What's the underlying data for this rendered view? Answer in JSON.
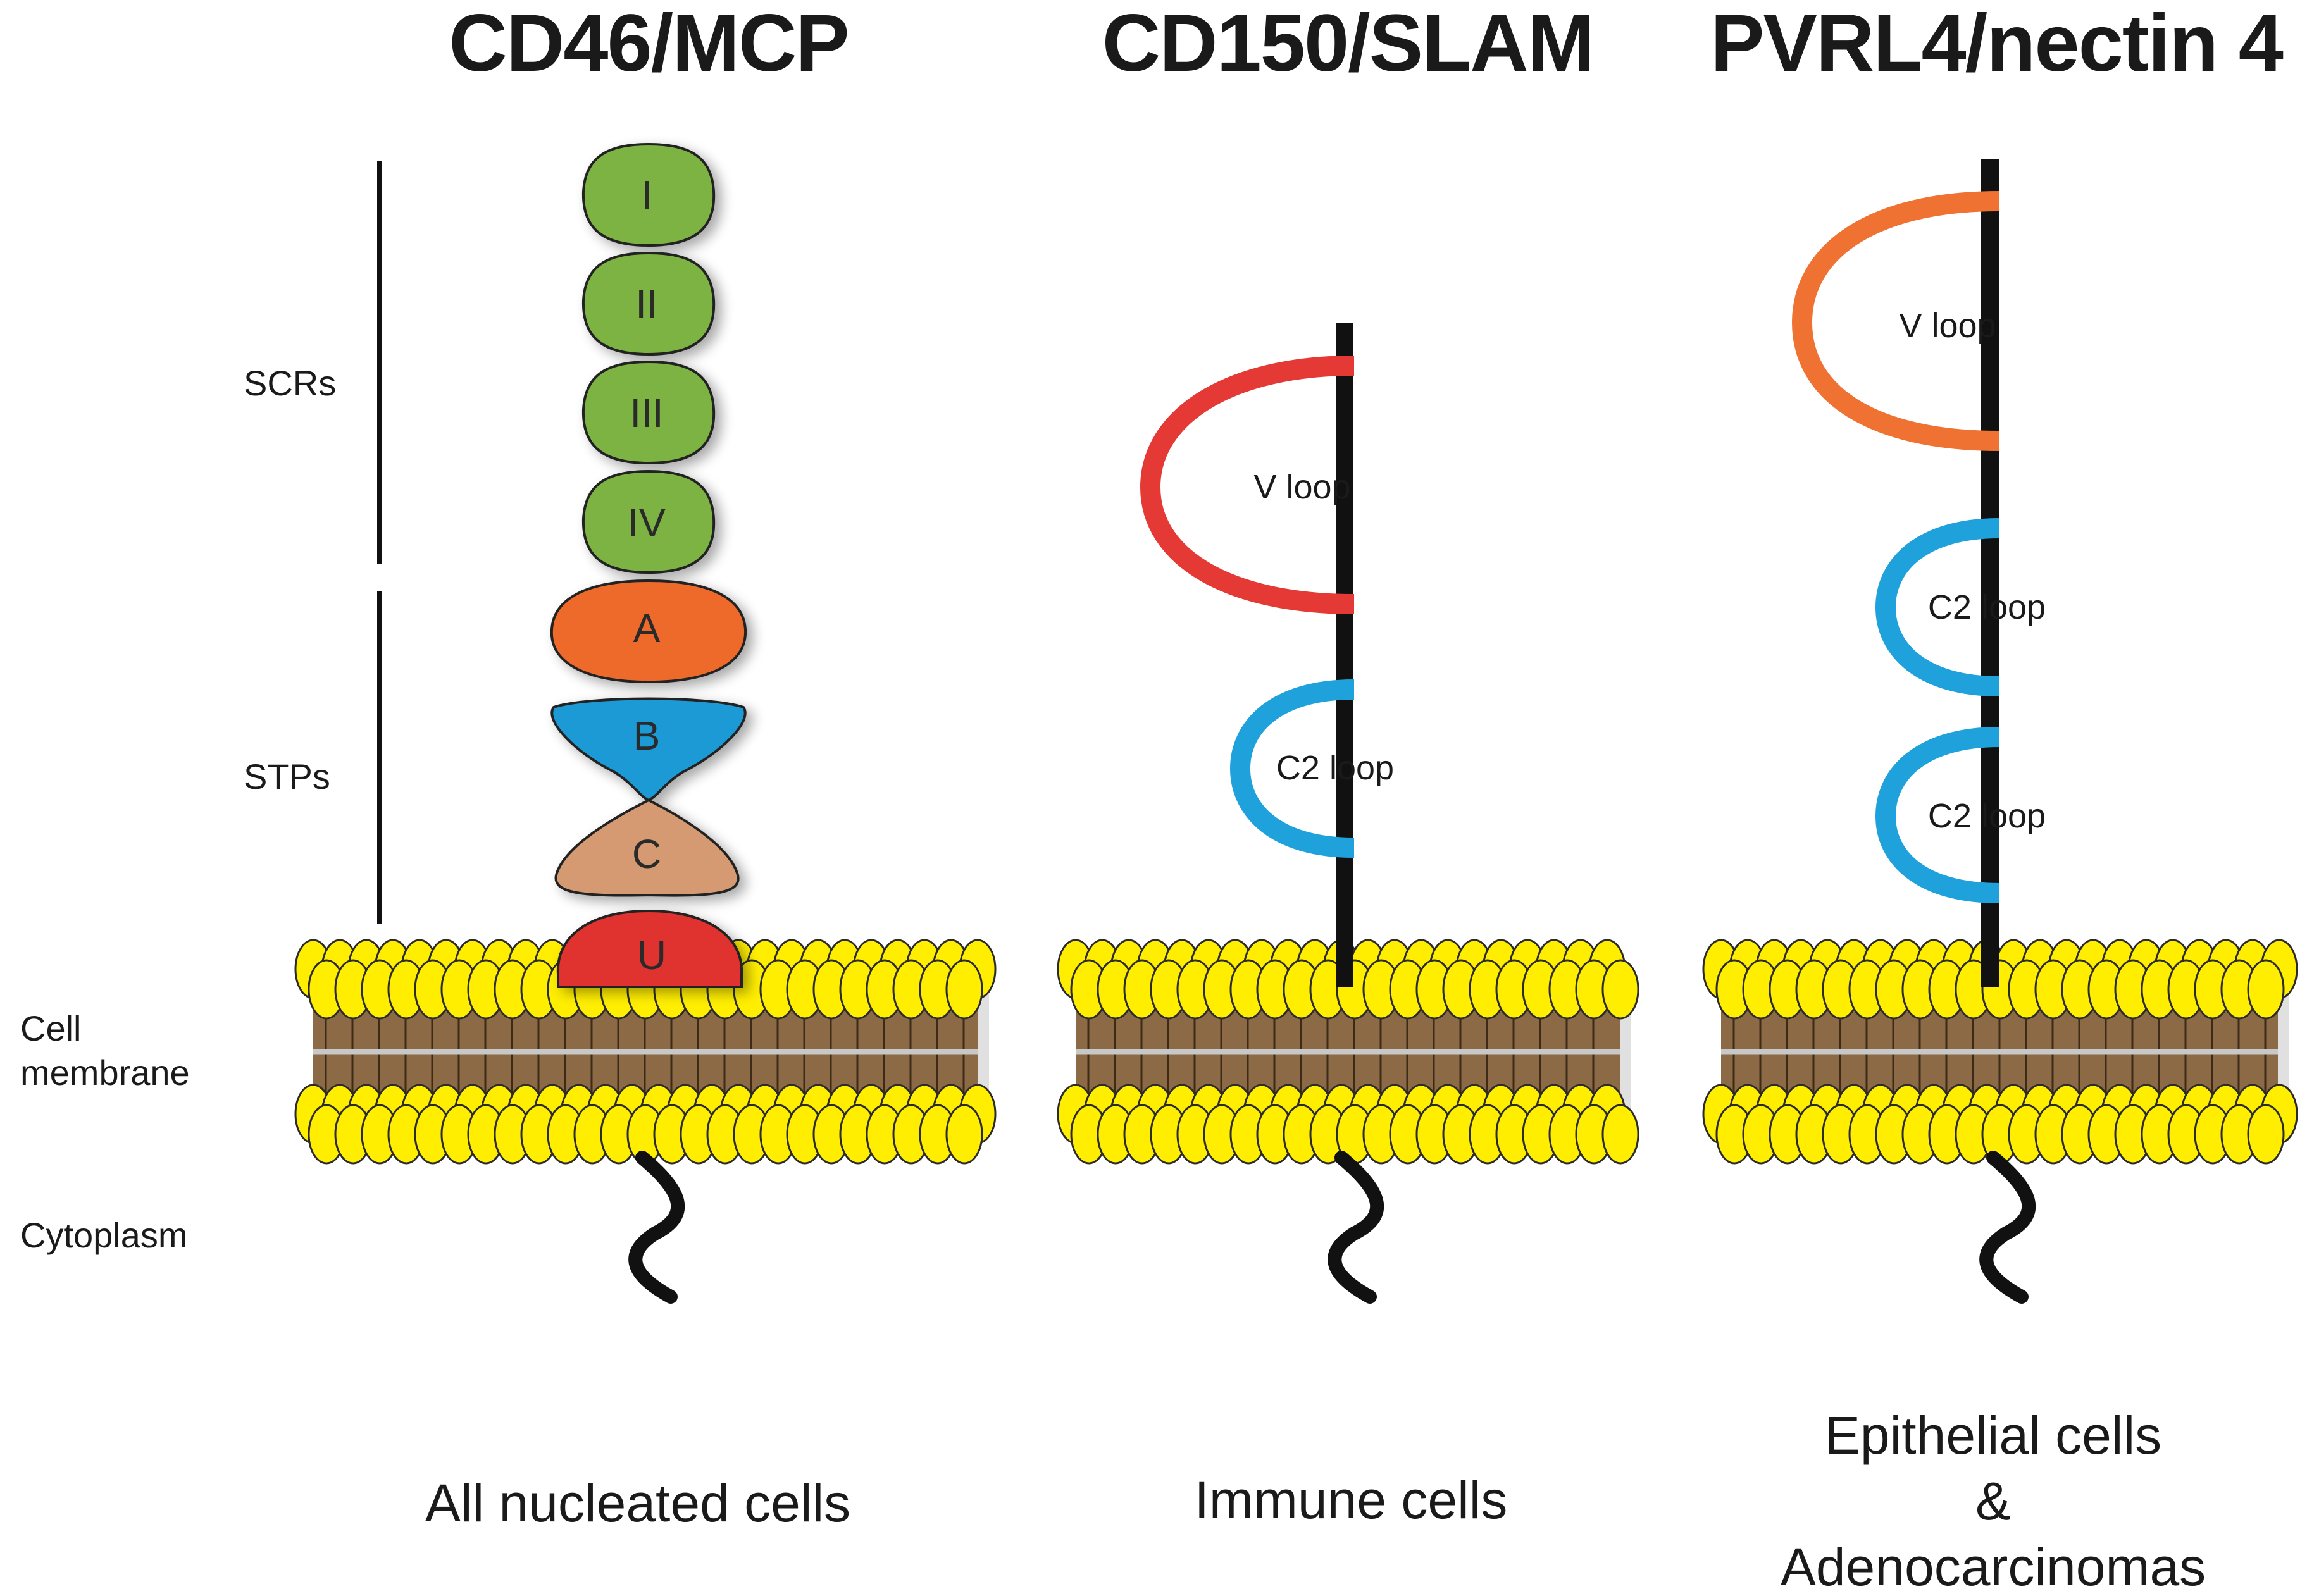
{
  "receptors": [
    {
      "title": "CD46/MCP",
      "caption_lines": [
        "All nucleated cells"
      ]
    },
    {
      "title": "CD150/SLAM",
      "caption_lines": [
        "Immune cells"
      ]
    },
    {
      "title": "PVRL4/nectin 4",
      "caption_lines": [
        "Epithelial cells",
        "&",
        "Adenocarcinomas"
      ]
    }
  ],
  "side_labels": {
    "scrs": "SCRs",
    "stps": "STPs",
    "membrane_line1": "Cell",
    "membrane_line2": "membrane",
    "cytoplasm": "Cytoplasm"
  },
  "cd46_domains": [
    {
      "label": "I",
      "color": "#7cb342"
    },
    {
      "label": "II",
      "color": "#7cb342"
    },
    {
      "label": "III",
      "color": "#7cb342"
    },
    {
      "label": "IV",
      "color": "#7cb342"
    },
    {
      "label": "A",
      "color": "#ee6a2c"
    },
    {
      "label": "B",
      "color": "#1f9ad6"
    },
    {
      "label": "C",
      "color": "#d59a72"
    },
    {
      "label": "U",
      "color": "#e0322f"
    }
  ],
  "slam_loops": [
    {
      "label": "V loop",
      "color": "#e53935"
    },
    {
      "label": "C2 loop",
      "color": "#1fa2dc"
    }
  ],
  "nectin_loops": [
    {
      "label": "V loop",
      "color": "#f07232"
    },
    {
      "label": "C2 loop",
      "color": "#1fa2dc"
    },
    {
      "label": "C2 loop",
      "color": "#1fa2dc"
    }
  ],
  "colors": {
    "lipid_head": "#ffee00",
    "lipid_outline": "#2b2b2b",
    "lipid_tail": "#8b6a45",
    "membrane_midline": "#c8c8c8",
    "stalk": "#111111"
  }
}
